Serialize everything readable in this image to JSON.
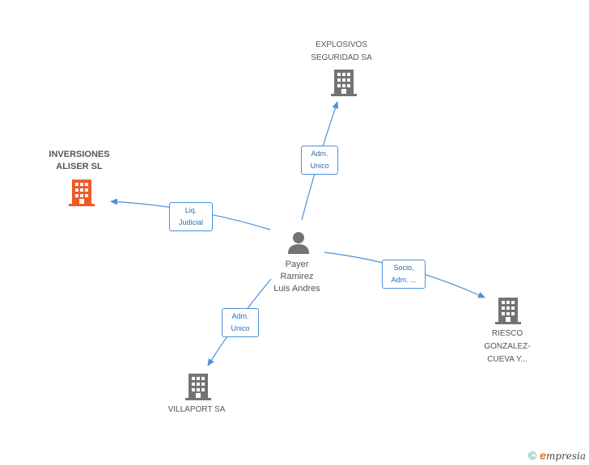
{
  "colors": {
    "edge": "#4a90d9",
    "building": "#737373",
    "building_highlight": "#f05a28",
    "person": "#737373"
  },
  "nodes": {
    "center": {
      "line1": "Payer",
      "line2": "Ramirez",
      "line3": "Luis Andres",
      "icon": "person-icon"
    },
    "explosivos": {
      "line1": "EXPLOSIVOS",
      "line2": "SEGURIDAD SA",
      "icon": "building-icon"
    },
    "inversiones": {
      "line1": "INVERSIONES",
      "line2": "ALISER SL",
      "icon": "building-icon"
    },
    "riesco": {
      "line1": "RIESCO",
      "line2": "GONZALEZ-",
      "line3": "CUEVA Y...",
      "icon": "building-icon"
    },
    "villaport": {
      "line1": "VILLAPORT SA",
      "icon": "building-icon"
    }
  },
  "edges": {
    "explosivos": {
      "line1": "Adm.",
      "line2": "Unico"
    },
    "inversiones": {
      "line1": "Liq.",
      "line2": "Judicial"
    },
    "riesco": {
      "line1": "Socio,",
      "line2": "Adm. ..."
    },
    "villaport": {
      "line1": "Adm.",
      "line2": "Unico"
    }
  },
  "footer": {
    "copyright": "©",
    "brand_initial": "e",
    "brand_rest": "mpresia"
  }
}
